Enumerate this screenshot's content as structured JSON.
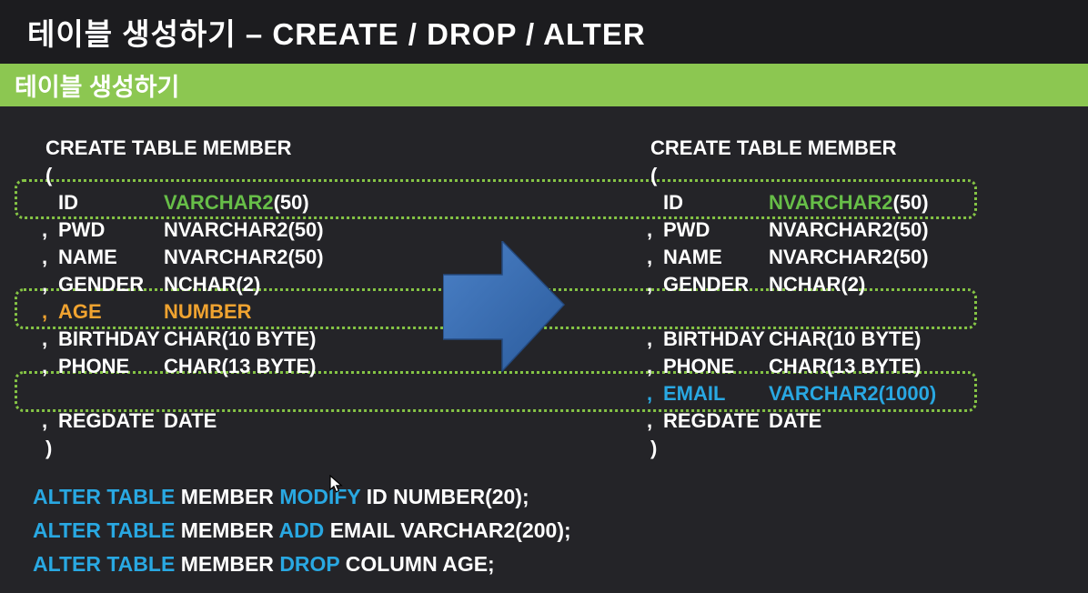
{
  "colors": {
    "header_bg": "#1C1C1F",
    "body_bg": "#242428",
    "green_bar": "#8CC751",
    "highlight_border_green": "#85C445",
    "keyword_green": "#67BE48",
    "keyword_blue": "#29A8E2",
    "keyword_orange": "#F0A330",
    "arrow_blue": "#3B72B8",
    "text_white": "#FFFFFF"
  },
  "title_bar": {
    "title": "테이블 생성하기 – CREATE / DROP / ALTER"
  },
  "section_bar": {
    "label": "테이블 생성하기"
  },
  "left_code": {
    "lines": [
      {
        "type": "plain",
        "text": "CREATE TABLE MEMBER"
      },
      {
        "type": "plain",
        "text": "("
      },
      {
        "type": "cols",
        "comma": "",
        "comma_color": "white",
        "name": "ID",
        "name_color": "white",
        "parts": [
          {
            "text": "VARCHAR2",
            "color": "green"
          },
          {
            "text": "(50)",
            "color": "white"
          }
        ]
      },
      {
        "type": "cols",
        "comma": ",",
        "comma_color": "white",
        "name": "PWD",
        "name_color": "white",
        "parts": [
          {
            "text": "NVARCHAR2(50)",
            "color": "white"
          }
        ]
      },
      {
        "type": "cols",
        "comma": ",",
        "comma_color": "white",
        "name": "NAME",
        "name_color": "white",
        "parts": [
          {
            "text": "NVARCHAR2(50)",
            "color": "white"
          }
        ]
      },
      {
        "type": "cols",
        "comma": ",",
        "comma_color": "white",
        "name": "GENDER",
        "name_color": "white",
        "parts": [
          {
            "text": "NCHAR(2)",
            "color": "white"
          }
        ]
      },
      {
        "type": "cols",
        "comma": ",",
        "comma_color": "orange",
        "name": "AGE",
        "name_color": "orange",
        "parts": [
          {
            "text": "NUMBER",
            "color": "orange"
          }
        ]
      },
      {
        "type": "cols",
        "comma": ",",
        "comma_color": "white",
        "name": "BIRTHDAY",
        "name_color": "white",
        "parts": [
          {
            "text": "CHAR(10 BYTE)",
            "color": "white"
          }
        ]
      },
      {
        "type": "cols",
        "comma": ",",
        "comma_color": "white",
        "name": "PHONE",
        "name_color": "white",
        "parts": [
          {
            "text": "CHAR(13 BYTE)",
            "color": "white"
          }
        ]
      },
      {
        "type": "empty"
      },
      {
        "type": "cols",
        "comma": ",",
        "comma_color": "white",
        "name": "REGDATE",
        "name_color": "white",
        "parts": [
          {
            "text": "DATE",
            "color": "white"
          }
        ]
      },
      {
        "type": "plain",
        "text": ")"
      }
    ]
  },
  "right_code": {
    "lines": [
      {
        "type": "plain",
        "text": "CREATE TABLE MEMBER"
      },
      {
        "type": "plain",
        "text": "("
      },
      {
        "type": "cols",
        "comma": "",
        "comma_color": "white",
        "name": "ID",
        "name_color": "white",
        "parts": [
          {
            "text": "NVARCHAR2",
            "color": "green"
          },
          {
            "text": "(50)",
            "color": "white"
          }
        ]
      },
      {
        "type": "cols",
        "comma": ",",
        "comma_color": "white",
        "name": "PWD",
        "name_color": "white",
        "parts": [
          {
            "text": "NVARCHAR2(50)",
            "color": "white"
          }
        ]
      },
      {
        "type": "cols",
        "comma": ",",
        "comma_color": "white",
        "name": "NAME",
        "name_color": "white",
        "parts": [
          {
            "text": "NVARCHAR2(50)",
            "color": "white"
          }
        ]
      },
      {
        "type": "cols",
        "comma": ",",
        "comma_color": "white",
        "name": "GENDER",
        "name_color": "white",
        "parts": [
          {
            "text": "NCHAR(2)",
            "color": "white"
          }
        ]
      },
      {
        "type": "empty"
      },
      {
        "type": "cols",
        "comma": ",",
        "comma_color": "white",
        "name": "BIRTHDAY",
        "name_color": "white",
        "parts": [
          {
            "text": "CHAR(10 BYTE)",
            "color": "white"
          }
        ]
      },
      {
        "type": "cols",
        "comma": ",",
        "comma_color": "white",
        "name": "PHONE",
        "name_color": "white",
        "parts": [
          {
            "text": "CHAR(13 BYTE)",
            "color": "white"
          }
        ]
      },
      {
        "type": "cols",
        "comma": ",",
        "comma_color": "blue",
        "name": "EMAIL",
        "name_color": "blue",
        "parts": [
          {
            "text": "VARCHAR2(1000)",
            "color": "blue"
          }
        ]
      },
      {
        "type": "cols",
        "comma": ",",
        "comma_color": "white",
        "name": "REGDATE",
        "name_color": "white",
        "parts": [
          {
            "text": "DATE",
            "color": "white"
          }
        ]
      },
      {
        "type": "plain",
        "text": ")"
      }
    ]
  },
  "alter_statements": [
    {
      "parts": [
        {
          "text": "ALTER TABLE ",
          "color": "blue"
        },
        {
          "text": "MEMBER ",
          "color": "white"
        },
        {
          "text": "MODIFY ",
          "color": "blue"
        },
        {
          "text": "ID NUMBER(20);",
          "color": "white"
        }
      ]
    },
    {
      "parts": [
        {
          "text": "ALTER TABLE ",
          "color": "blue"
        },
        {
          "text": "MEMBER ",
          "color": "white"
        },
        {
          "text": "ADD ",
          "color": "blue"
        },
        {
          "text": "EMAIL VARCHAR2(200);",
          "color": "white"
        }
      ]
    },
    {
      "parts": [
        {
          "text": "ALTER TABLE ",
          "color": "blue"
        },
        {
          "text": "MEMBER ",
          "color": "white"
        },
        {
          "text": "DROP ",
          "color": "blue"
        },
        {
          "text": "COLUMN AGE;",
          "color": "white"
        }
      ]
    }
  ],
  "icons": {
    "arrow": "right-block-arrow",
    "cursor": "mouse-pointer"
  }
}
